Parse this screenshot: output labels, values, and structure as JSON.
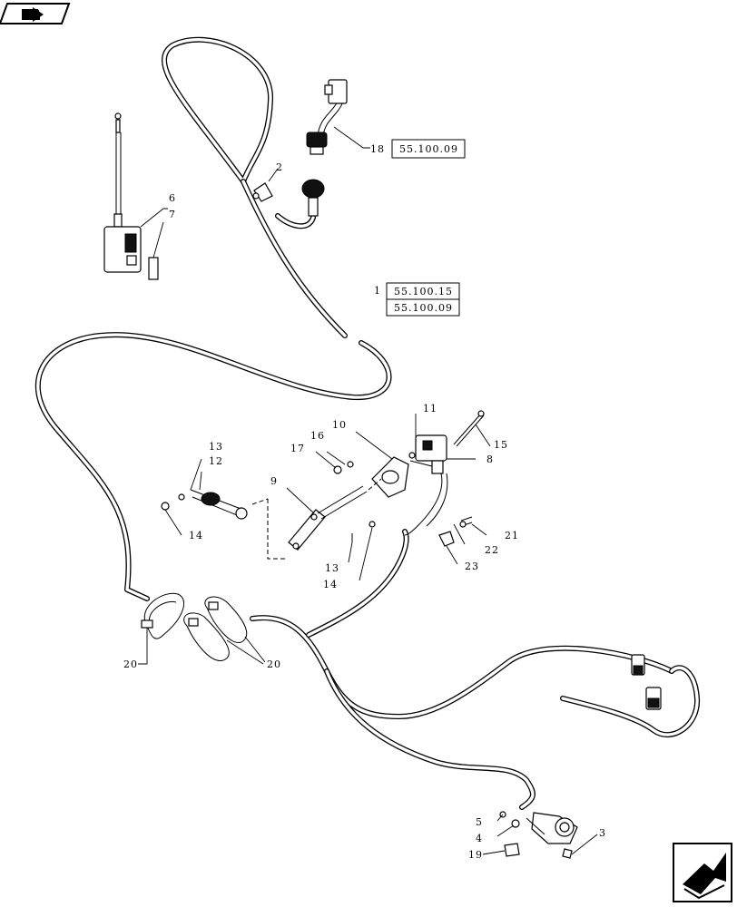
{
  "nav": {
    "top_left_icon": "book-open-arrow-icon",
    "bottom_right_icon": "arrow-navigation-icon"
  },
  "labels": {
    "l1": "1",
    "l2": "2",
    "l3": "3",
    "l4": "4",
    "l5": "5",
    "l6": "6",
    "l7": "7",
    "l8": "8",
    "l9": "9",
    "l10": "10",
    "l11": "11",
    "l12": "12",
    "l13a": "13",
    "l13b": "13",
    "l14a": "14",
    "l14b": "14",
    "l15": "15",
    "l16": "16",
    "l17": "17",
    "l18": "18",
    "l19": "19",
    "l20a": "20",
    "l20b": "20",
    "l21": "21",
    "l22": "22",
    "l23": "23"
  },
  "refs": {
    "r18": "55.100.09",
    "r1a": "55.100.15",
    "r1b": "55.100.09"
  }
}
